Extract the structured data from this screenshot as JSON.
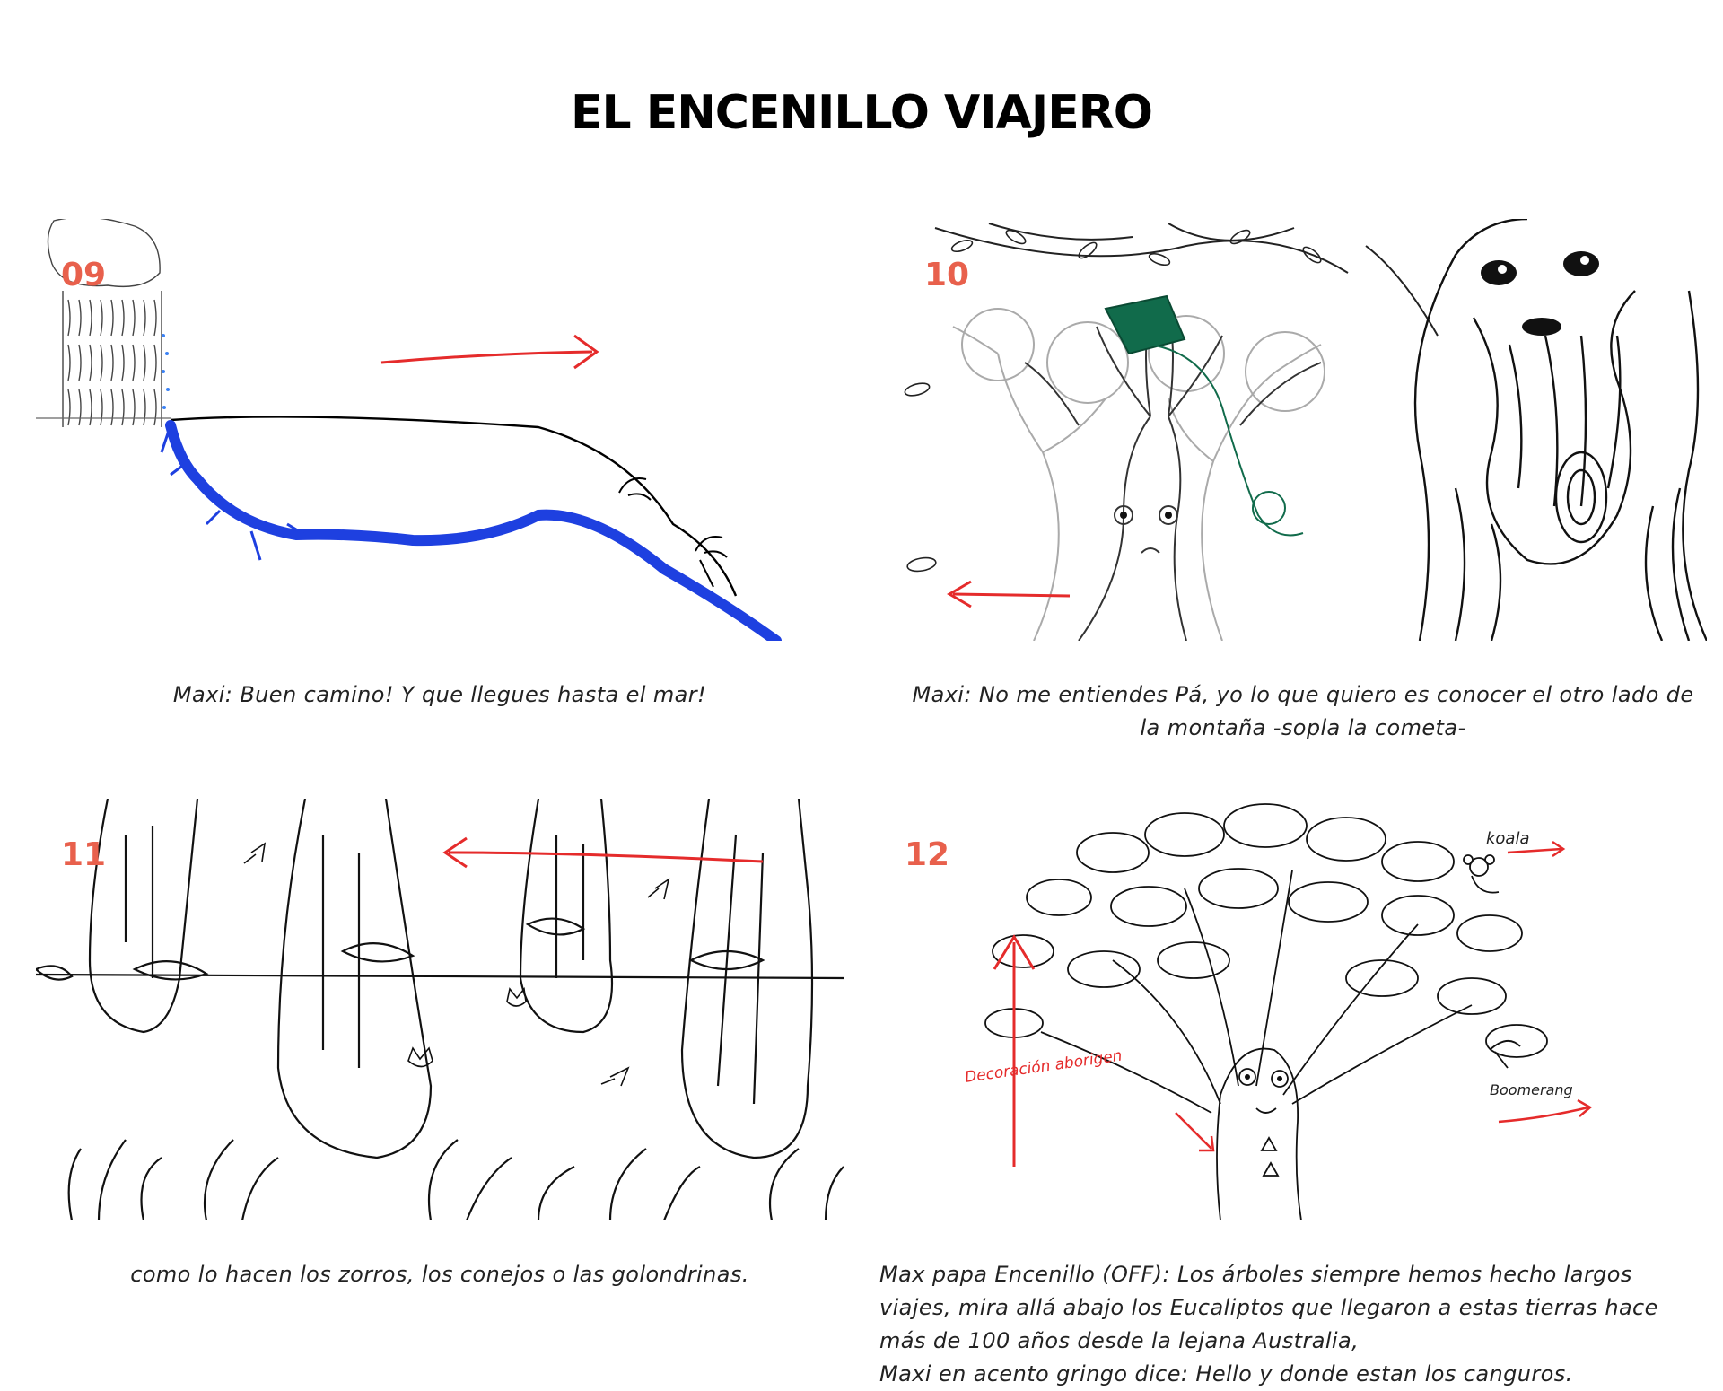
{
  "document": {
    "title": "EL ENCENILLO VIAJERO"
  },
  "panels": [
    {
      "number": "09",
      "caption": "Maxi: Buen camino! Y que llegues hasta el mar!"
    },
    {
      "number": "10",
      "caption": "Maxi: No me entiendes Pá, yo lo que quiero es conocer el otro lado de la montaña -sopla la cometa-"
    },
    {
      "number": "11",
      "caption": "como lo hacen los zorros, los conejos o las golondrinas."
    },
    {
      "number": "12",
      "annotations": [
        "koala",
        "Decoración aborigen",
        "Boomerang"
      ],
      "caption_lines": [
        "Max papa Encenillo (OFF): Los árboles siempre hemos hecho largos",
        "viajes, mira allá abajo los Eucaliptos que llegaron a estas tierras hace",
        "más de 100 años desde la lejana Australia,",
        "Maxi en acento gringo dice: Hello y donde estan los canguros."
      ]
    }
  ],
  "colors": {
    "panel_number": "#e8604c",
    "arrow_red": "#e52b2b",
    "river_blue": "#1e40e0",
    "kite_green": "#116b4b"
  }
}
